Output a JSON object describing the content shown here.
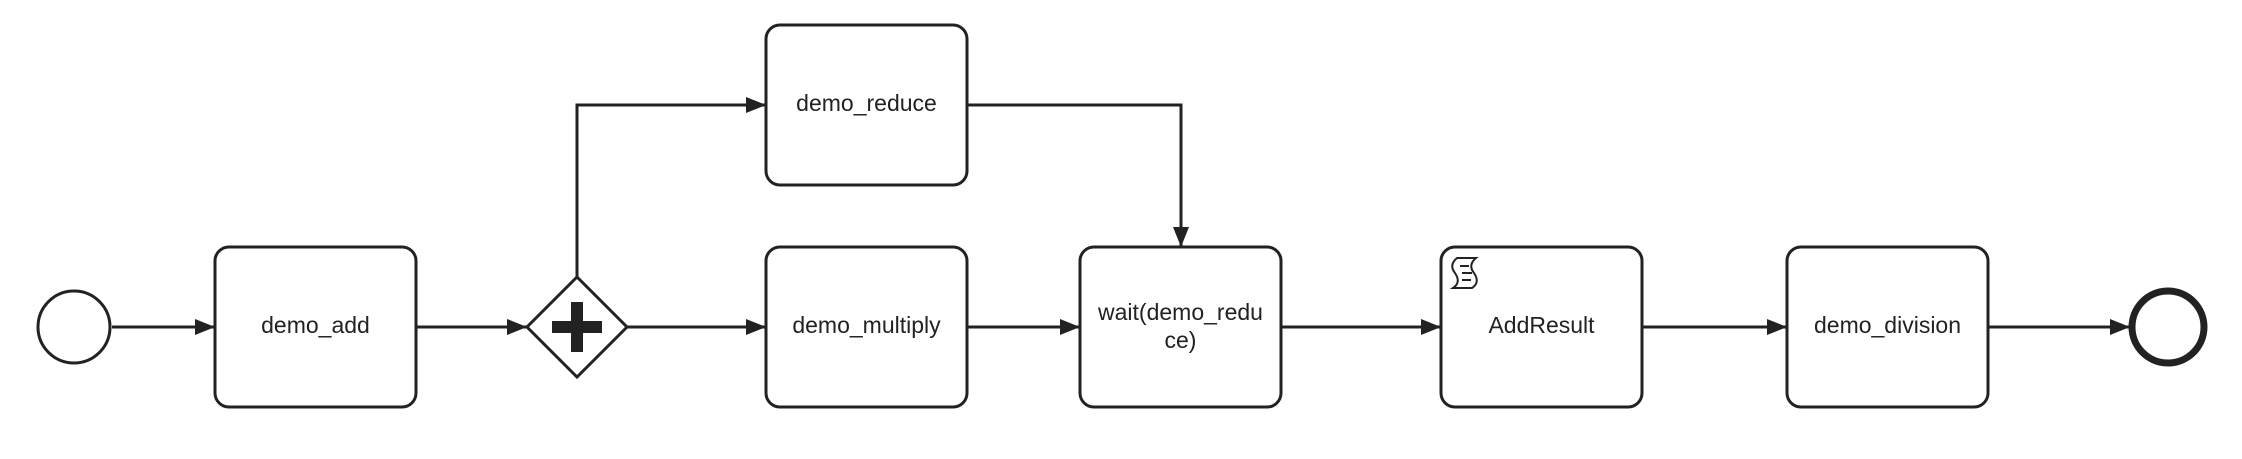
{
  "diagram": {
    "colors": {
      "stroke": "#222222",
      "fill": "#ffffff"
    },
    "events": {
      "start": {
        "kind": "start-event"
      },
      "end": {
        "kind": "end-event"
      }
    },
    "gateway": {
      "kind": "parallel-gateway",
      "icon": "plus-icon"
    },
    "tasks": {
      "demo_add": {
        "label": "demo_add"
      },
      "demo_reduce": {
        "label": "demo_reduce"
      },
      "demo_multiply": {
        "label": "demo_multiply"
      },
      "wait": {
        "label_line1": "wait(demo_redu",
        "label_line2": "ce)"
      },
      "add_result": {
        "label": "AddResult",
        "icon": "script-icon"
      },
      "demo_division": {
        "label": "demo_division"
      }
    }
  }
}
